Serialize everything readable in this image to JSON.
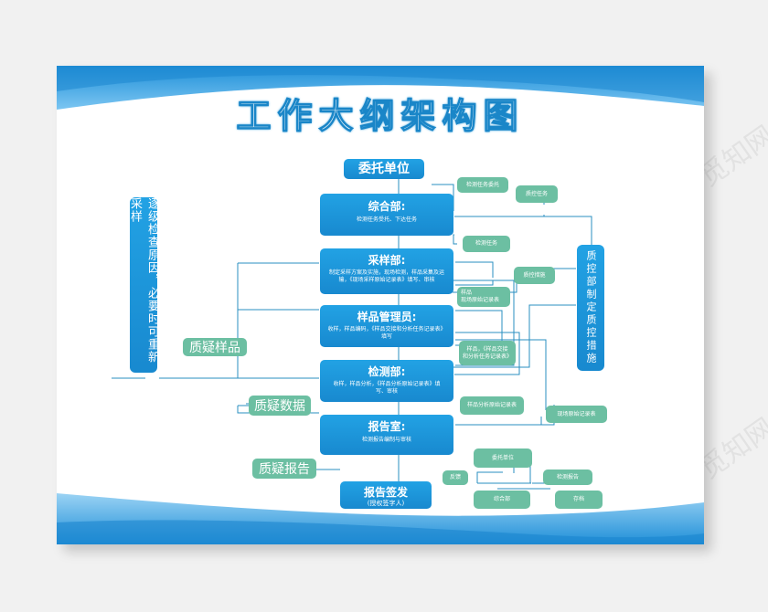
{
  "title": "工作大纲架构图",
  "watermark": "觅知网",
  "colors": {
    "blue": "#1c96d8",
    "green": "#6cbfa2",
    "line": "#2a8fc0",
    "title_stroke": "#1a86c8"
  },
  "nodes": {
    "client": "委托单位",
    "general": {
      "title": "综合部:",
      "sub": "检测任务受托、下达任务"
    },
    "sampling": {
      "title": "采样部:",
      "sub": "制定采样方案及实施，现场检测，样品采集及运输，《现场采样原始记录表》填写、审核"
    },
    "sample_admin": {
      "title": "样品管理员:",
      "sub": "收样，样品编码，《样品交接和分析任务记录表》填写"
    },
    "testing": {
      "title": "检测部:",
      "sub": "收样，样品分析，《样品分析原始记录表》填写、审核"
    },
    "report_room": {
      "title": "报告室:",
      "sub": "检测报告编制与审核"
    },
    "report_issue": {
      "title": "报告签发",
      "sub": "(授权签字人)"
    }
  },
  "left_vertical": "逐级检查原因，必要时可重新采样",
  "right_vertical": "质控部制定质控措施",
  "query_labels": {
    "sample": "质疑样品",
    "data": "质疑数据",
    "report": "质疑报告"
  },
  "small_labels": {
    "task_entrust": "检测任务委托",
    "qc_task": "质控任务",
    "test_task": "检测任务",
    "qc_measures": "质控措施",
    "sample_field": "样品\n现场原始记录表",
    "sample_handover": "样品，《样品交接\n和分析任务记录表》",
    "analysis_record": "样品分析原始记录表",
    "field_record": "现场原始记录表"
  },
  "feedback": {
    "client": "委托单位",
    "feedback": "反馈",
    "test_report": "检测报告",
    "general": "综合部",
    "archive": "存档"
  }
}
